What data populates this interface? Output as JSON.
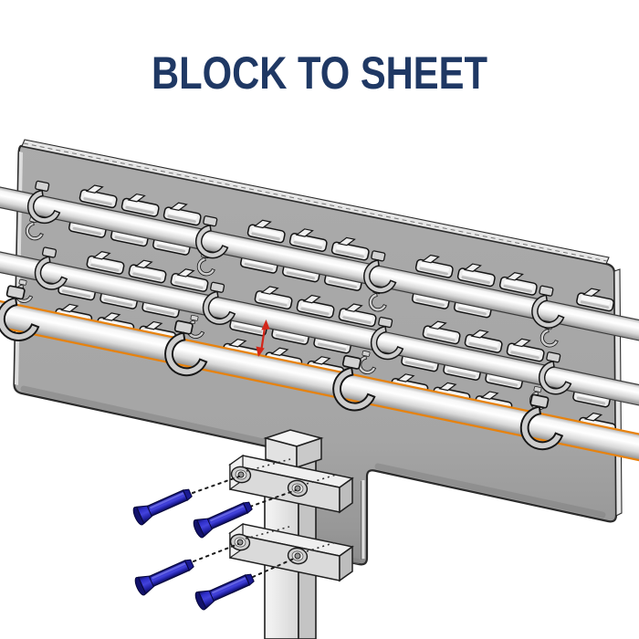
{
  "title": "BLOCK TO SHEET",
  "colors": {
    "background": "#FFFFFF",
    "title_text": "#1F3864",
    "sheet_gray": "#A7A7A7",
    "sheet_outline": "#2B2B2B",
    "rod_white": "#F5F5F5",
    "highlight_orange": "#E8820C",
    "bolt_blue": "#2E2EC8",
    "arrow_red": "#D42619",
    "clip_fill": "#CFCFCF"
  },
  "figure": {
    "type": "cad_assembly_illustration",
    "rod_count": 3,
    "highlighted_rod_count": 1,
    "bolt_count": 4,
    "clamp_block_count": 2,
    "clip_row_count": 5
  }
}
